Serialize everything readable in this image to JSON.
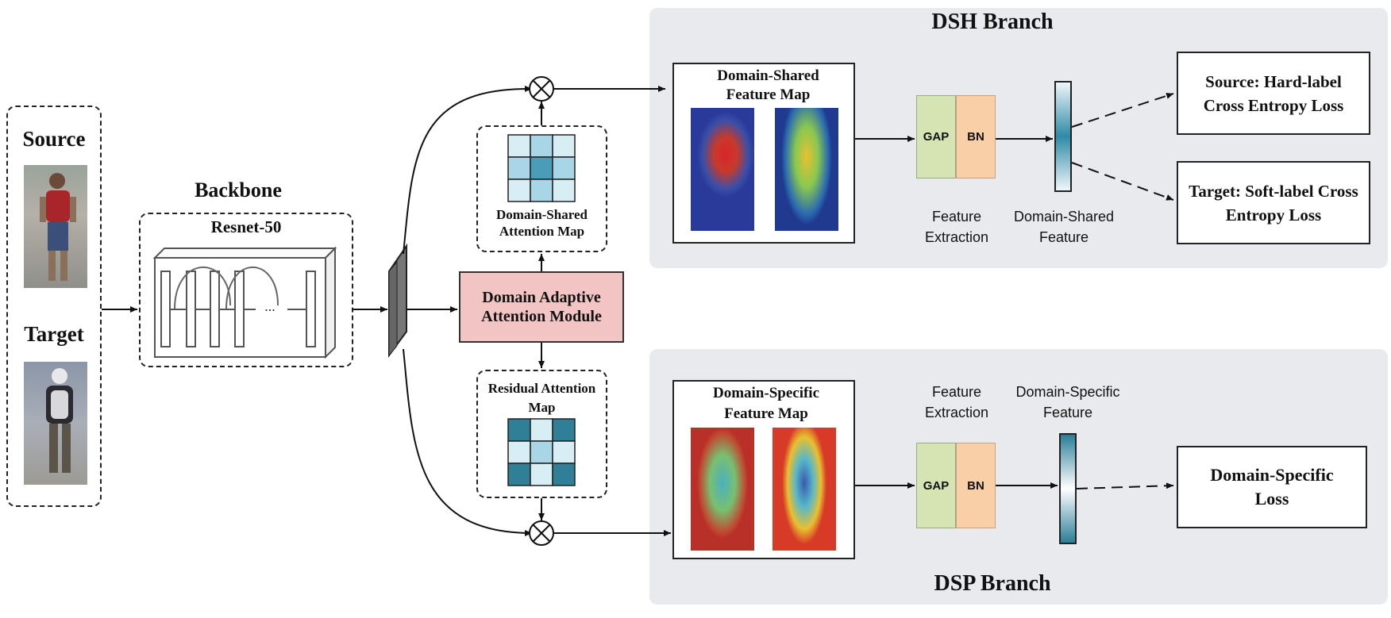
{
  "inputs": {
    "source_label": "Source",
    "target_label": "Target",
    "source_image_name": "source-person-image",
    "target_image_name": "target-person-image"
  },
  "backbone": {
    "title": "Backbone",
    "network": "Resnet-50",
    "ellipsis": "..."
  },
  "module": {
    "label": "Domain Adaptive Attention Module",
    "fill": "#f2c4c4"
  },
  "attention_maps": {
    "shared_label": "Domain-Shared Attention Map",
    "residual_label": "Residual Attention Map",
    "shared_cell_colors": [
      "#d8eef5",
      "#a9d6e6",
      "#d8eef5",
      "#a9d6e6",
      "#4a9cb8",
      "#a9d6e6",
      "#d8eef5",
      "#a9d6e6",
      "#d8eef5"
    ],
    "residual_cell_colors": [
      "#2f7f97",
      "#d8eef5",
      "#2f7f97",
      "#d8eef5",
      "#a9d6e6",
      "#d8eef5",
      "#2f7f97",
      "#d8eef5",
      "#2f7f97"
    ]
  },
  "dsh_branch": {
    "title": "DSH Branch",
    "feature_map_label": "Domain-Shared Feature Map",
    "gap_label": "GAP",
    "bn_label": "BN",
    "extraction_label": "Feature Extraction",
    "feature_label": "Domain-Shared Feature",
    "source_loss": "Source: Hard-label Cross Entropy Loss",
    "target_loss": "Target: Soft-label Cross Entropy Loss"
  },
  "dsp_branch": {
    "title": "DSP Branch",
    "feature_map_label": "Domain-Specific Feature Map",
    "gap_label": "GAP",
    "bn_label": "BN",
    "extraction_label": "Feature Extraction",
    "feature_label": "Domain-Specific Feature",
    "loss": "Domain-Specific Loss"
  },
  "colors": {
    "panel": "#e9eaee",
    "gap": "#d6e4b4",
    "bn": "#f8cfa6",
    "feature_bar": "#2f8aa6",
    "feature_tensor": "#777777"
  },
  "symbols": {
    "multiply": "⊗"
  }
}
